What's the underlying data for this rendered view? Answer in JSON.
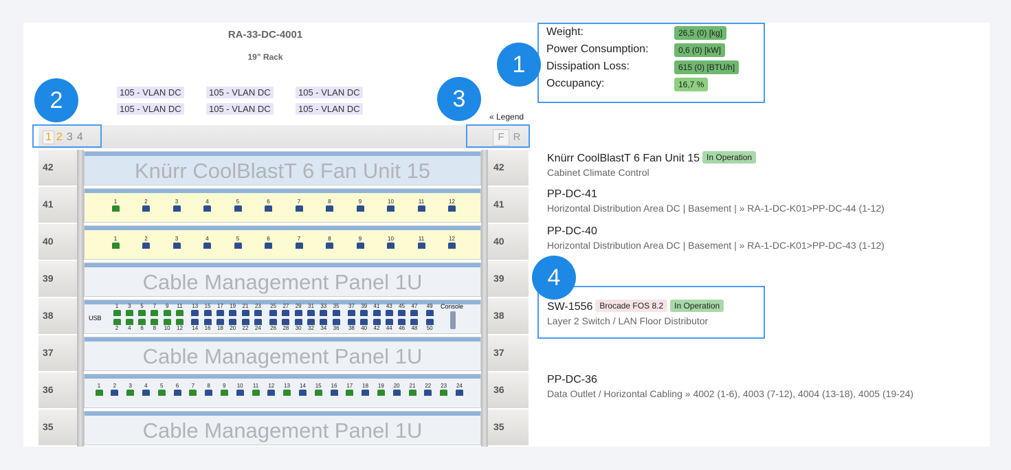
{
  "rack": {
    "title": "RA-33-DC-4001",
    "subtitle": "19\" Rack",
    "legend": "« Legend",
    "pages": [
      "1",
      "2",
      "3",
      "4"
    ],
    "current_page": "1",
    "views": [
      "F",
      "R"
    ],
    "active_view": "F"
  },
  "colors": {
    "accent": "#1e88e5",
    "port_connected": "#2e8b2e",
    "port_free": "#2d4f8f"
  },
  "stats": [
    {
      "label": "Weight:",
      "value": "26,5 (0) [kg]"
    },
    {
      "label": "Power Consumption:",
      "value": "0,6 (0) [kW]"
    },
    {
      "label": "Dissipation Loss:",
      "value": "615 (0) [BTU/h]"
    },
    {
      "label": "Occupancy:",
      "value": "16,7 %"
    }
  ],
  "callouts": [
    "1",
    "2",
    "3",
    "4"
  ],
  "units": [
    {
      "u": "42",
      "type": "fan",
      "label": "Knürr CoolBlastT 6 Fan Unit 15"
    },
    {
      "u": "41",
      "type": "pp12",
      "green": [
        1
      ]
    },
    {
      "u": "40",
      "type": "pp12",
      "green": [
        1
      ]
    },
    {
      "u": "39",
      "type": "cable",
      "label": "Cable Management Panel 1U"
    },
    {
      "u": "38",
      "type": "switch",
      "usb": "USB",
      "console": "Console",
      "green_upto": 12
    },
    {
      "u": "37",
      "type": "cable",
      "label": "Cable Management Panel 1U"
    },
    {
      "u": "36",
      "type": "pp24",
      "green_odd": true
    },
    {
      "u": "35",
      "type": "cable",
      "label": "Cable Management Panel 1U"
    }
  ],
  "vlan_labels": [
    "105 - VLAN DC",
    "105 - VLAN DC",
    "105 - VLAN DC",
    "105 - VLAN DC",
    "105 - VLAN DC",
    "105 - VLAN DC"
  ],
  "devices": [
    {
      "name": "Knürr CoolBlastT 6 Fan Unit 15",
      "status": "In Operation",
      "desc": "Cabinet Climate Control"
    },
    {
      "name": "PP-DC-41",
      "desc": "Horizontal Distribution Area DC | Basement | » RA-1-DC-K01>PP-DC-44 (1-12)"
    },
    {
      "name": "PP-DC-40",
      "desc": "Horizontal Distribution Area DC | Basement | » RA-1-DC-K01>PP-DC-43 (1-12)"
    },
    {
      "name": "SW-1556",
      "os": "Brocade FOS 8.2",
      "status": "In Operation",
      "desc": "Layer 2 Switch / LAN Floor Distributor"
    },
    {
      "name": "PP-DC-36",
      "desc": "Data Outlet / Horizontal Cabling » 4002 (1-6),  4003 (7-12),  4004 (13-18),  4005 (19-24)"
    }
  ]
}
